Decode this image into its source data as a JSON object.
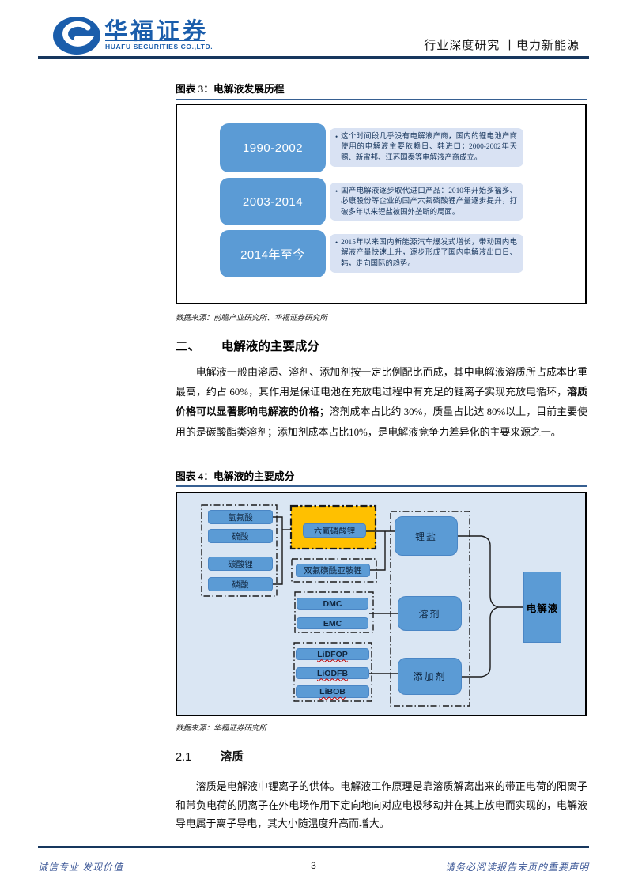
{
  "header": {
    "brand_cn": "华福证券",
    "brand_en": "HUAFU SECURITIES CO.,LTD.",
    "doc_type": "行业深度研究",
    "separator": "丨",
    "sector": "电力新能源"
  },
  "figure3": {
    "title": "图表 3：电解液发展历程",
    "source": "数据来源：前瞻产业研究所、华福证券研究所",
    "timeline": [
      {
        "period": "1990-2002",
        "bullet": "•",
        "desc": "这个时间段几乎没有电解液产商，国内的锂电池产商使用的电解液主要依赖日、韩进口；2000-2002年天赐、新宙邦、江苏国泰等电解液产商成立。"
      },
      {
        "period": "2003-2014",
        "bullet": "•",
        "desc": "国产电解液逐步取代进口产品：2010年开始多福多、必康股份等企业的国产六氟磷酸锂产量逐步提升，打破多年以来锂盐被国外垄断的局面。"
      },
      {
        "period": "2014年至今",
        "bullet": "•",
        "desc": "2015年以来国内新能源汽车爆发式增长，带动国内电解液产量快速上升，逐步形成了国内电解液出口日、韩，走向国际的趋势。"
      }
    ]
  },
  "section2": {
    "number": "二、",
    "title": "电解液的主要成分",
    "para_before_bold": "电解液一般由溶质、溶剂、添加剂按一定比例配比而成，其中电解液溶质所占成本比重最高，约占 60%，其作用是保证电池在充放电过程中有充足的锂离子实现充放电循环，",
    "para_bold": "溶质价格可以显著影响电解液的价格",
    "para_after_bold": "；溶剂成本占比约 30%，质量占比达 80%以上，目前主要使用的是碳酸酯类溶剂；添加剂成本占比10%，是电解液竞争力差异化的主要来源之一。"
  },
  "figure4": {
    "title": "图表 4：电解液的主要成分",
    "source": "数据来源：华福证券研究所",
    "raw_materials": [
      "氢氟酸",
      "硫酸",
      "碳酸锂",
      "磷酸"
    ],
    "salt_main": "六氟磷酸锂",
    "salt_alt": "双氟磺酰亚胺锂",
    "solvents": [
      "DMC",
      "EMC"
    ],
    "additives": [
      "LiDFOP",
      "LiODFB",
      "LiBOB"
    ],
    "category_salt": "锂盐",
    "category_solvent": "溶剂",
    "category_additive": "添加剂",
    "output": "电解液",
    "colors": {
      "box_blue": "#5b9bd5",
      "highlight_yellow": "#ffc000",
      "background": "#dae6f3"
    }
  },
  "section21": {
    "number": "2.1",
    "title": "溶质",
    "para": "溶质是电解液中锂离子的供体。电解液工作原理是靠溶质解离出来的带正电荷的阳离子和带负电荷的阴离子在外电场作用下定向地向对应电极移动并在其上放电而实现的，电解液导电属于离子导电，其大小随温度升高而增大。"
  },
  "footer": {
    "slogan": "诚信专业  发现价值",
    "page_number": "3",
    "disclaimer": "请务必阅读报告末页的重要声明"
  }
}
